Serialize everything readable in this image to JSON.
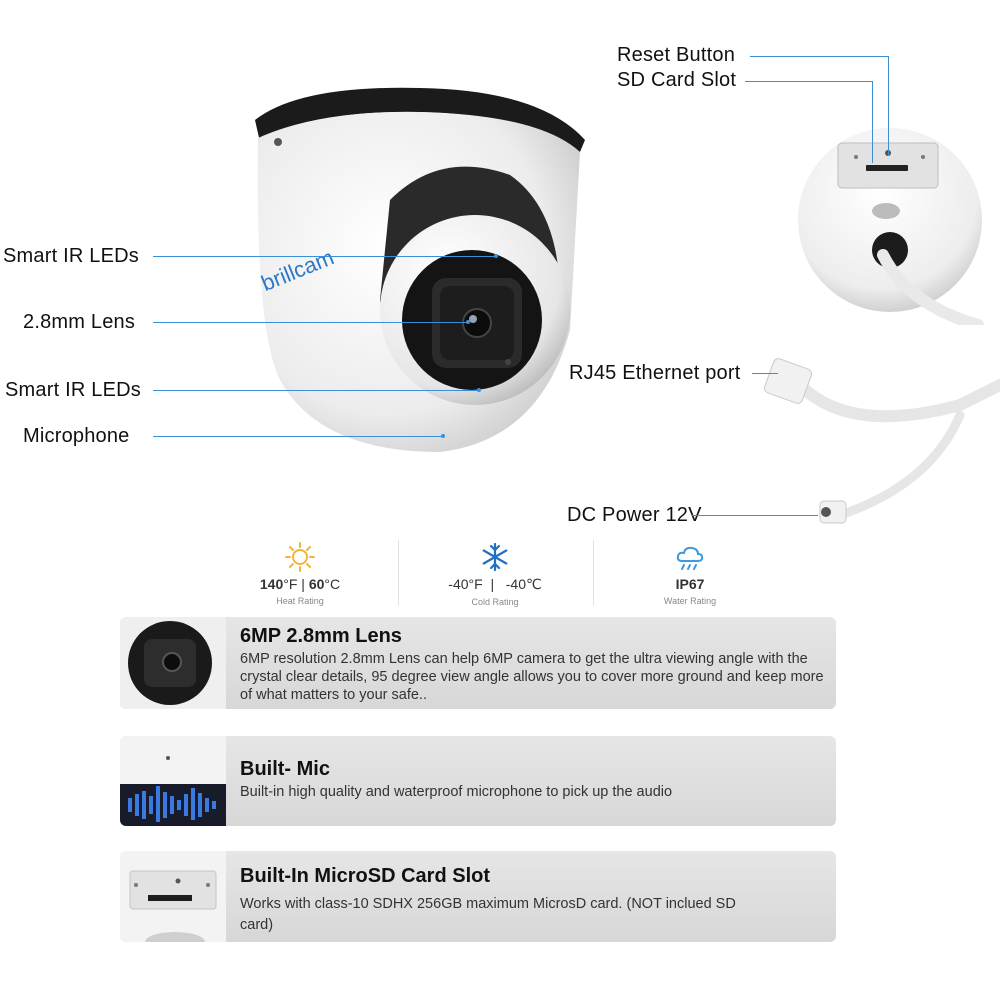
{
  "labels": {
    "smart_ir_top": "Smart IR LEDs",
    "lens": "2.8mm Lens",
    "smart_ir_bottom": "Smart IR LEDs",
    "microphone": "Microphone",
    "reset_button": "Reset Button",
    "sd_card_slot": "SD Card Slot",
    "rj45": "RJ45 Ethernet port",
    "dc_power": "DC Power 12V"
  },
  "brand": "brillcam",
  "ratings": [
    {
      "hot": "140",
      "hot_unit": "°F",
      "divider": "|",
      "cold": "60",
      "cold_unit": "°C",
      "caption": "Heat Rating",
      "icon": "sun-icon",
      "color": "#f3b43a"
    },
    {
      "value": "-40°F  |   -40℃",
      "caption": "Cold Rating",
      "icon": "snowflake-icon",
      "color": "#1f6fc2"
    },
    {
      "value": "IP67",
      "caption": "Water Rating",
      "icon": "rain-cloud-icon",
      "color": "#3a9be0"
    }
  ],
  "features": [
    {
      "title": "6MP 2.8mm Lens",
      "desc": "6MP resolution 2.8mm Lens can help 6MP camera to get the ultra viewing angle with the crystal clear details, 95 degree view angle allows you to cover more ground and keep more of what matters to your safe..",
      "thumb": "lens-thumbnail"
    },
    {
      "title": "Built- Mic",
      "desc": "Built-in high quality and waterproof microphone to pick up the audio",
      "thumb": "microphone-thumbnail"
    },
    {
      "title": "Built-In MicroSD Card Slot",
      "desc": "Works with class-10 SDHX 256GB maximum MicrosD card. (NOT inclued SD card)",
      "thumb": "sd-slot-thumbnail"
    }
  ]
}
